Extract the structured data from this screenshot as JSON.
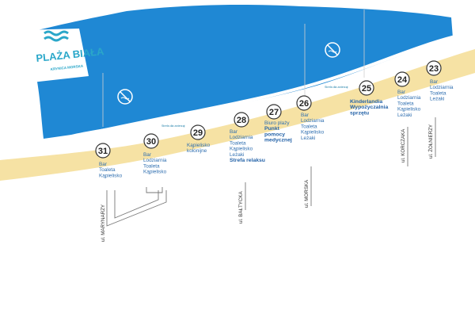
{
  "logo": {
    "title": "PLAŻA BIAŁA",
    "subtitle": "KRYNICA MORSKA"
  },
  "posts": [
    {
      "number": "31",
      "lines": [
        "Bar",
        "Toaleta",
        "Kąpielisko"
      ],
      "bold": []
    },
    {
      "number": "30",
      "lines": [
        "Bar",
        "Lodziarnia",
        "Toaleta",
        "Kąpielisko"
      ],
      "bold": []
    },
    {
      "number": "29",
      "lines": [
        "Kąpielisko",
        "kolonijne"
      ],
      "bold": []
    },
    {
      "number": "28",
      "lines": [
        "Bar",
        "Lodziarnia",
        "Toaleta",
        "Kąpielisko",
        "Leżaki",
        "Strefa relaksu"
      ],
      "bold": [
        "Strefa relaksu"
      ]
    },
    {
      "number": "27",
      "lines": [
        "Biuro plaży",
        "Punkt",
        "pomocy",
        "medycznej"
      ],
      "bold": [
        "Punkt",
        "pomocy",
        "medycznej"
      ]
    },
    {
      "number": "26",
      "lines": [
        "Bar",
        "Lodziarnia",
        "Toaleta",
        "Kąpielisko",
        "Leżaki"
      ],
      "bold": []
    },
    {
      "number": "25",
      "lines": [
        "Kinderlandia",
        "Wypożyczalnia",
        "sprzętu"
      ],
      "bold": [
        "Kinderlandia",
        "Wypożyczalnia",
        "sprzętu"
      ]
    },
    {
      "number": "24",
      "lines": [
        "Bar",
        "Lodziarnia",
        "Toaleta",
        "Kąpielisko",
        "Leżaki"
      ],
      "bold": []
    },
    {
      "number": "23",
      "lines": [
        "Bar",
        "Lodziarnia",
        "Toaleta",
        "Leżaki"
      ],
      "bold": []
    }
  ],
  "streets": [
    "ul. MARYNARZY",
    "ul. BAŁTYCKA",
    "ul. MORSKA",
    "ul. KORCZAKA",
    "ul. ŻOŁNIERZY"
  ],
  "zones": [
    "Strefa dla zwierząt",
    "Strefa dla zwierząt"
  ],
  "colors": {
    "sea": "#1f88d4",
    "sand": "#f6e2a4",
    "shore_line": "#ffffff",
    "circle_stroke": "#333333",
    "label": "#2f6fb0",
    "logo": "#2aa7c9"
  },
  "icons": [
    "no-swimming-icon",
    "no-swimming-icon"
  ]
}
